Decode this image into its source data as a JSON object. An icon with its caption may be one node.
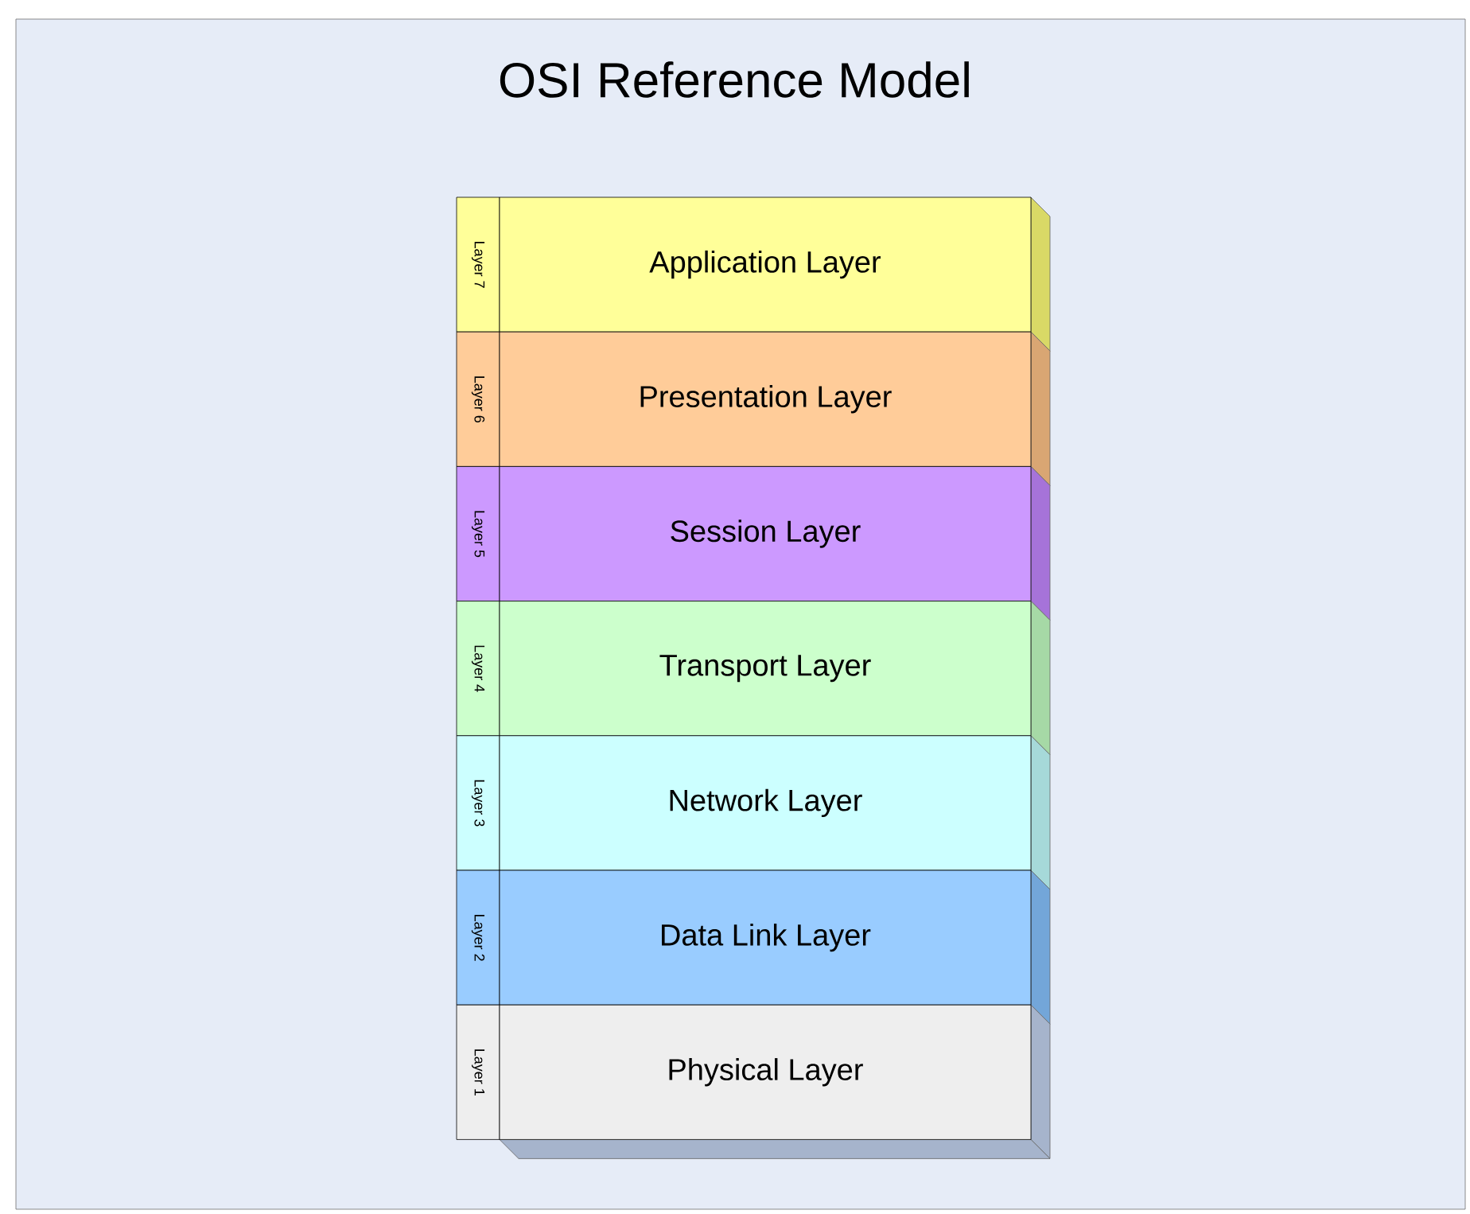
{
  "diagram": {
    "title": "OSI Reference Model",
    "nodes": [
      {
        "text": [
          "Layer 7"
        ]
      },
      {
        "text": [
          "Application Layer"
        ]
      },
      {
        "text": [
          "Layer 6"
        ]
      },
      {
        "text": [
          "Presentation Layer"
        ]
      },
      {
        "text": [
          "Layer 5"
        ]
      },
      {
        "text": [
          "Session Layer"
        ]
      },
      {
        "text": [
          "Layer 4"
        ]
      },
      {
        "text": [
          "Transport Layer"
        ]
      },
      {
        "text": [
          "Layer 3"
        ]
      },
      {
        "text": [
          "Network Layer"
        ]
      },
      {
        "text": [
          "Layer 2"
        ]
      },
      {
        "text": [
          "Data Link Layer"
        ]
      },
      {
        "text": [
          "Layer 1"
        ]
      },
      {
        "text": [
          "Physical Layer"
        ]
      }
    ]
  }
}
